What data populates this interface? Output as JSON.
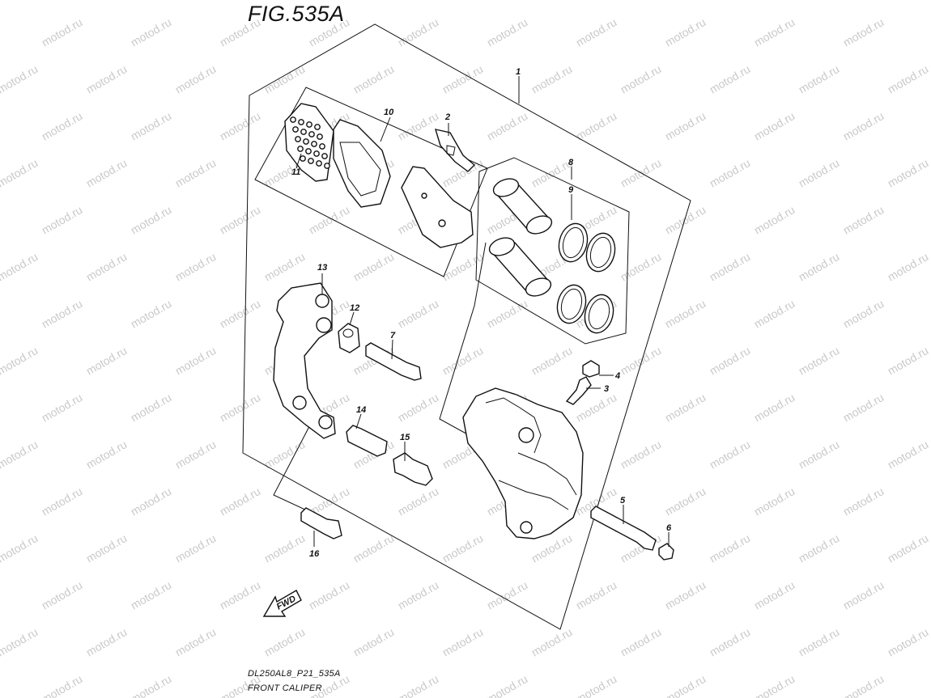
{
  "figure_title": "FIG.535A",
  "footer": {
    "code": "DL250AL8_P21_535A",
    "name": "FRONT CALIPER"
  },
  "fwd_label": "FWD",
  "watermark": "motod.ru",
  "callouts": {
    "c1": "1",
    "c2": "2",
    "c3": "3",
    "c4": "4",
    "c5": "5",
    "c6": "6",
    "c7": "7",
    "c8": "8",
    "c9": "9",
    "c10": "10",
    "c11": "11",
    "c12": "12",
    "c13": "13",
    "c14": "14",
    "c15": "15",
    "c16": "16"
  }
}
